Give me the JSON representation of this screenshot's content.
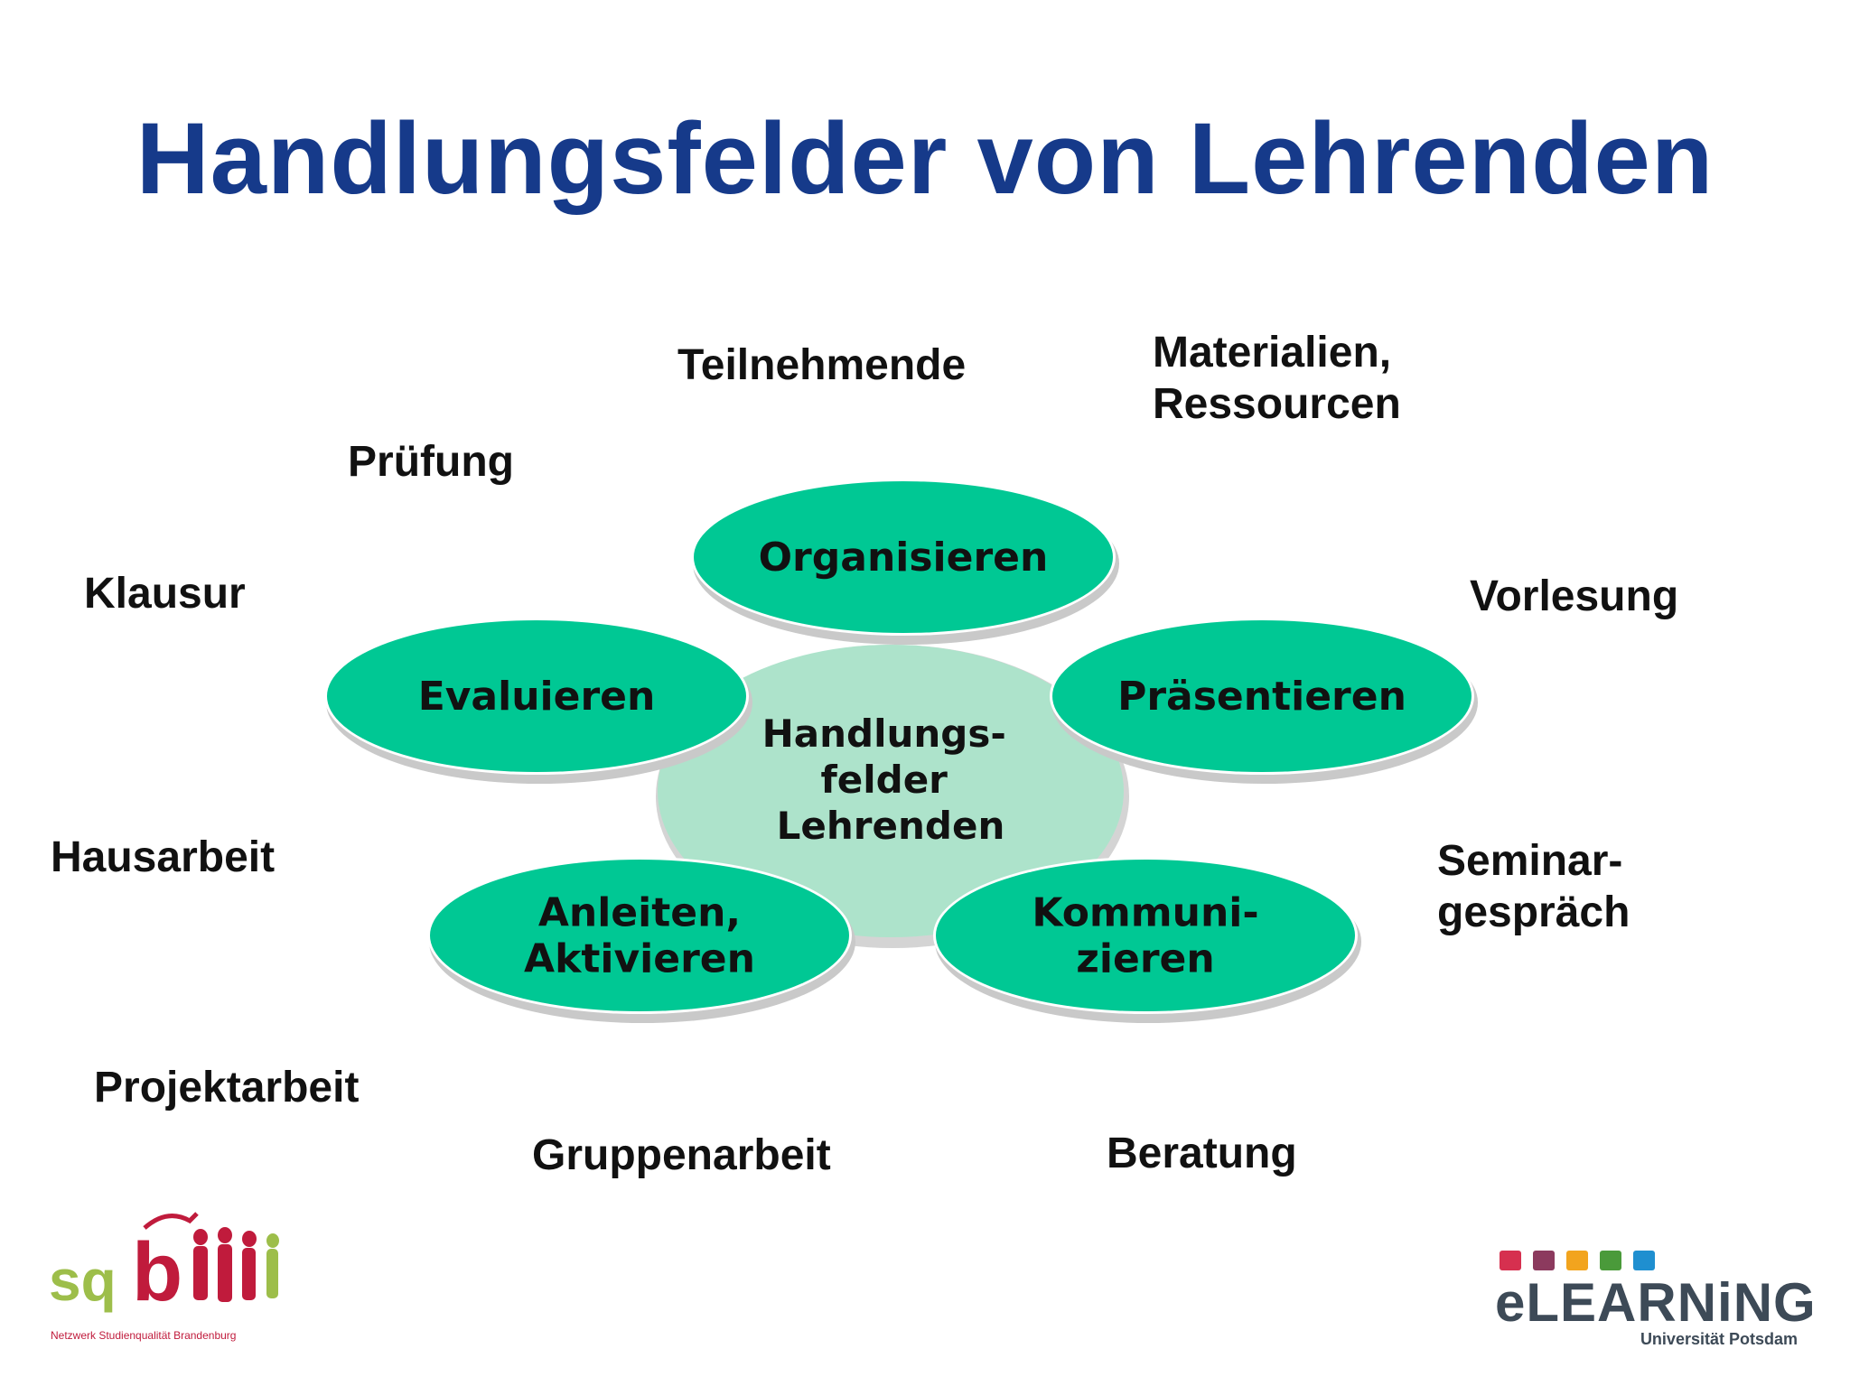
{
  "title": "Handlungsfelder von Lehrenden",
  "center": {
    "lines": [
      "Handlungs-",
      "felder",
      "Lehrenden"
    ],
    "color": "#ade3cb"
  },
  "nodes": [
    {
      "id": "organisieren",
      "lines": [
        "Organisieren"
      ]
    },
    {
      "id": "praesentieren",
      "lines": [
        "Präsentieren"
      ]
    },
    {
      "id": "kommunizieren",
      "lines": [
        "Kommuni-",
        "zieren"
      ]
    },
    {
      "id": "anleiten",
      "lines": [
        "Anleiten,",
        "Aktivieren"
      ]
    },
    {
      "id": "evaluieren",
      "lines": [
        "Evaluieren"
      ]
    }
  ],
  "node_color": "#00c894",
  "outer_terms": {
    "teilnehmende": "Teilnehmende",
    "materialien_line1": "Materialien,",
    "materialien_line2": "Ressourcen",
    "pruefung": "Prüfung",
    "klausur": "Klausur",
    "vorlesung": "Vorlesung",
    "hausarbeit": "Hausarbeit",
    "seminar_line1": "Seminar-",
    "seminar_line2": "gespräch",
    "projektarbeit": "Projektarbeit",
    "gruppenarbeit": "Gruppenarbeit",
    "beratung": "Beratung"
  },
  "logo_left": {
    "mark": "sqb",
    "caption": "Netzwerk Studienqualität Brandenburg"
  },
  "logo_right": {
    "wordmark": "eLEARNiNG",
    "subtitle": "Universität Potsdam",
    "square_colors": [
      "#d6304f",
      "#8c3a5e",
      "#f2a41e",
      "#4a9a3a",
      "#1f8fd0"
    ]
  },
  "colors": {
    "title": "#163a8a"
  }
}
